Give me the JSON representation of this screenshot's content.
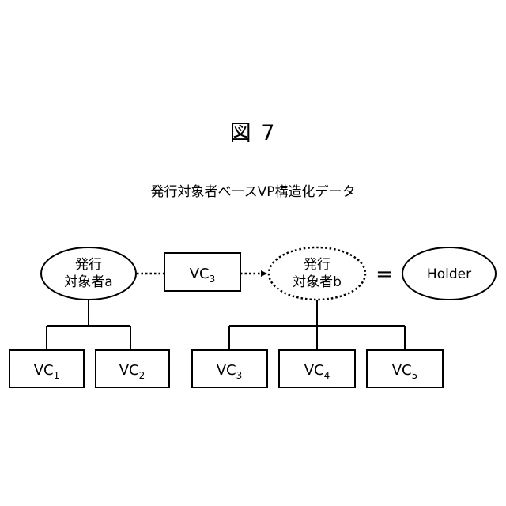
{
  "figure_label": "図 7",
  "diagram_title": "発行対象者ベースVP構造化データ",
  "issuer_a": {
    "line1": "発行",
    "line2": "対象者a"
  },
  "issuer_b": {
    "line1": "発行",
    "line2": "対象者b"
  },
  "vp_credential": {
    "base": "VC",
    "sub": "3"
  },
  "equals_sign": "=",
  "holder": "Holder",
  "vcs_a": [
    {
      "base": "VC",
      "sub": "1"
    },
    {
      "base": "VC",
      "sub": "2"
    }
  ],
  "vcs_b": [
    {
      "base": "VC",
      "sub": "3"
    },
    {
      "base": "VC",
      "sub": "4"
    },
    {
      "base": "VC",
      "sub": "5"
    }
  ]
}
